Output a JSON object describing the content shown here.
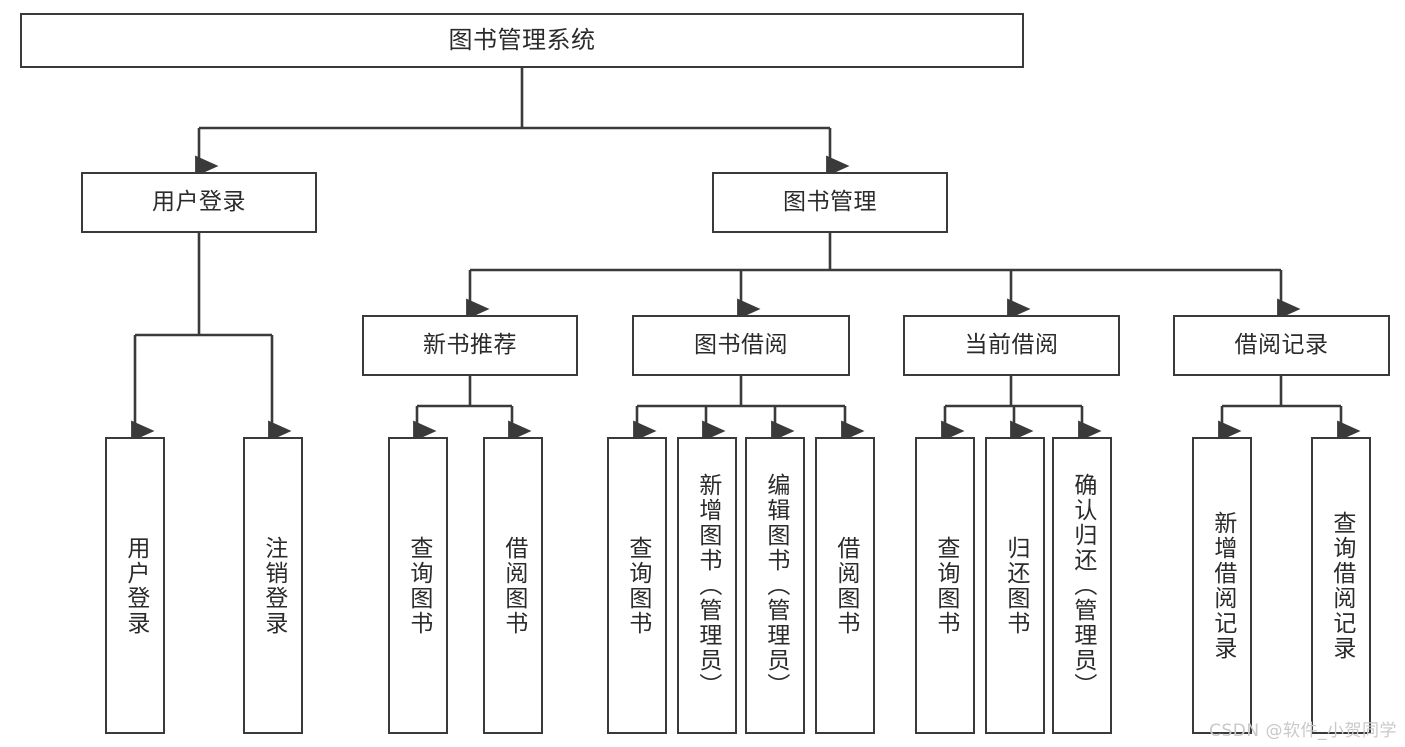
{
  "diagram": {
    "type": "tree",
    "title": "图书管理系统",
    "orientation": "top-down",
    "style": {
      "box_border_color": "#3a3a3a",
      "box_fill_color": "#ffffff",
      "edge_color": "#3a3a3a",
      "text_color": "#2b2b2b",
      "background": "#ffffff",
      "watermark_color": "#c9c9c9"
    },
    "nodes": {
      "root": {
        "label": "图书管理系统"
      },
      "level2": [
        {
          "id": "user-login",
          "label": "用户登录"
        },
        {
          "id": "book-manage",
          "label": "图书管理"
        }
      ],
      "level3": [
        {
          "id": "new-book-recommend",
          "label": "新书推荐"
        },
        {
          "id": "book-borrow",
          "label": "图书借阅"
        },
        {
          "id": "current-borrow",
          "label": "当前借阅"
        },
        {
          "id": "borrow-record",
          "label": "借阅记录"
        }
      ],
      "leaves": {
        "user_login": [
          {
            "id": "leaf-user-login",
            "label": "用户登录"
          },
          {
            "id": "leaf-user-logout",
            "label": "注销登录"
          }
        ],
        "new_book_recommend": [
          {
            "id": "leaf-query-book-1",
            "label": "查询图书"
          },
          {
            "id": "leaf-borrow-book-1",
            "label": "借阅图书"
          }
        ],
        "book_borrow": [
          {
            "id": "leaf-query-book-2",
            "label": "查询图书"
          },
          {
            "id": "leaf-add-book",
            "label": "新增图书（管理员）"
          },
          {
            "id": "leaf-edit-book",
            "label": "编辑图书（管理员）"
          },
          {
            "id": "leaf-borrow-book-2",
            "label": "借阅图书"
          }
        ],
        "current_borrow": [
          {
            "id": "leaf-query-book-3",
            "label": "查询图书"
          },
          {
            "id": "leaf-return-book",
            "label": "归还图书"
          },
          {
            "id": "leaf-confirm-return",
            "label": "确认归还（管理员）"
          }
        ],
        "borrow_record": [
          {
            "id": "leaf-add-record",
            "label": "新增借阅记录"
          },
          {
            "id": "leaf-query-record",
            "label": "查询借阅记录"
          }
        ]
      }
    }
  },
  "watermark": {
    "text": "CSDN @软件_小贺同学"
  }
}
